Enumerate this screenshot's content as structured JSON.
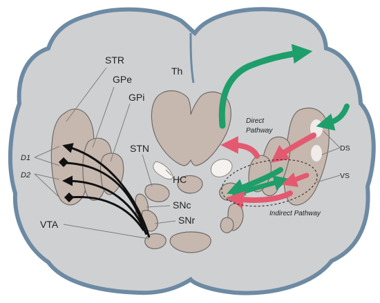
{
  "labels": {
    "str": "STR",
    "gpe": "GPe",
    "gpi": "GPi",
    "th": "Th",
    "stn": "STN",
    "hc": "HC",
    "snc": "SNc",
    "snr": "SNr",
    "vta": "VTA",
    "d1": "D1",
    "d2": "D2",
    "direct_pathway_line1": "Direct",
    "direct_pathway_line2": "Pathway",
    "indirect_pathway": "Indirect Pathway",
    "ds": "DS",
    "vs": "VS"
  },
  "colors": {
    "brain_fill": "#cfd0d2",
    "brain_outline": "#6d8aa3",
    "structure_fill": "#c6b8ae",
    "direct_arrow": "#1e9e6a",
    "indirect_arrow": "#e35a70",
    "dopamine_arrow": "#111111"
  }
}
